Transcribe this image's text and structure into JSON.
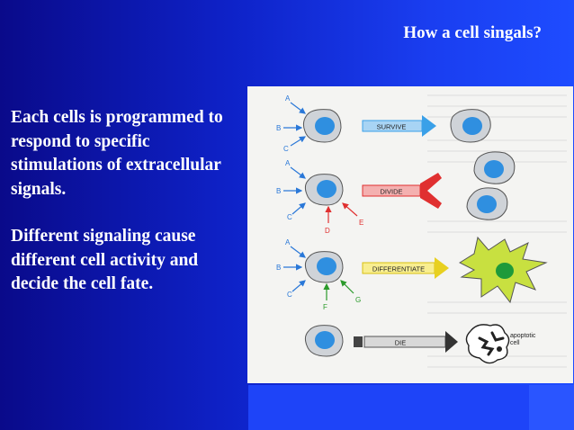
{
  "title": "How a cell singals?",
  "paragraph1": "Each cells is programmed to respond to specific stimulations of extracellular signals.",
  "paragraph2": "Different signaling cause different cell activity and decide the cell fate.",
  "figure": {
    "rows": [
      {
        "signals": [
          "A",
          "B",
          "C"
        ],
        "label": "SURVIVE",
        "arrow_color": "#3aa0e8"
      },
      {
        "signals": [
          "A",
          "B",
          "C",
          "D",
          "E"
        ],
        "label": "DIVIDE",
        "arrow_color": "#e03030"
      },
      {
        "signals": [
          "A",
          "B",
          "C",
          "F",
          "G"
        ],
        "label": "DIFFERENTIATE",
        "arrow_color": "#f0d020"
      },
      {
        "signals": [],
        "label": "DIE",
        "arrow_color": "#888888"
      }
    ],
    "apoptotic_label": "apoptotic\ncell",
    "colors": {
      "cell_fill": "#cfd3d8",
      "nucleus": "#2f8fe0",
      "diff_cell": "#c8e040",
      "diff_nucleus": "#1e9a3a",
      "signal_blue": "#2a78d8",
      "signal_red": "#e03030",
      "signal_green": "#2a9a2a"
    }
  }
}
